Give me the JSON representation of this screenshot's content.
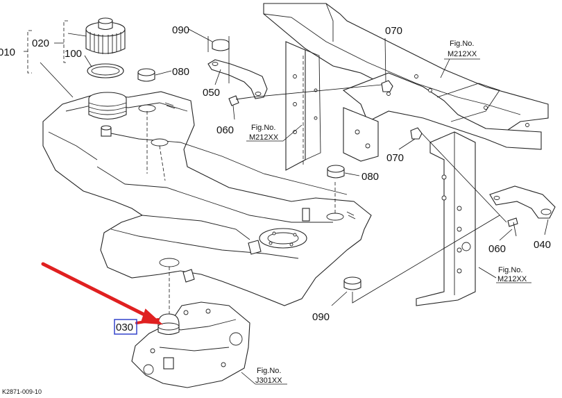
{
  "diagram": {
    "code": "K2871-009-10",
    "accent_arrow_color": "#e02020",
    "highlight_box_color": "#3344cc",
    "part_numbers": {
      "p010": "010",
      "p020": "020",
      "p100": "100",
      "p090a": "090",
      "p080a": "080",
      "p050": "050",
      "p060a": "060",
      "p070a": "070",
      "p070b": "070",
      "p080b": "080",
      "p060b": "060",
      "p040": "040",
      "p090b": "090",
      "p030": "030"
    },
    "fig_refs": {
      "f1": {
        "label": "Fig.No.",
        "ref": "M212XX"
      },
      "f2": {
        "label": "Fig.No.",
        "ref": "M212XX"
      },
      "f3": {
        "label": "Fig.No.",
        "ref": "M212XX"
      },
      "f4": {
        "label": "Fig.No.",
        "ref": "J301XX"
      }
    }
  }
}
